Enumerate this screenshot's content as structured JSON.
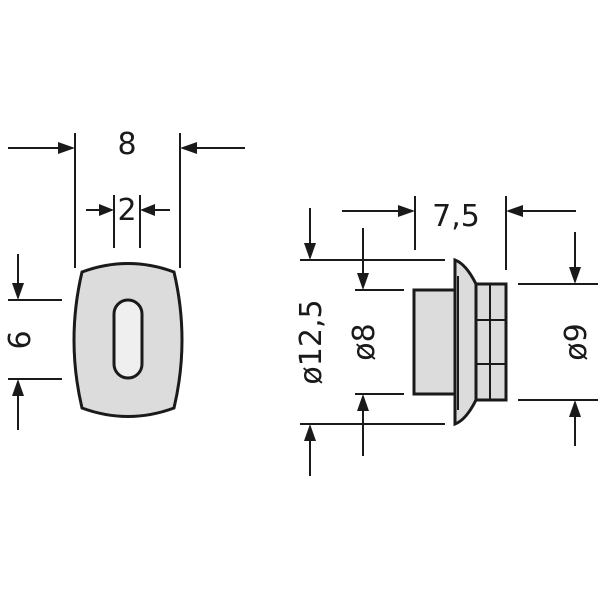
{
  "colors": {
    "line": "#1a1a1a",
    "part_fill": "#dcdcdc",
    "part_light": "#efefef",
    "background": "#ffffff"
  },
  "front_view": {
    "width_label": "8",
    "slot_width_label": "2",
    "height_label": "6"
  },
  "side_view": {
    "length_label": "7,5",
    "flange_diameter_label": "ø12,5",
    "shaft_diameter_label": "ø8",
    "body_diameter_label": "ø9"
  }
}
